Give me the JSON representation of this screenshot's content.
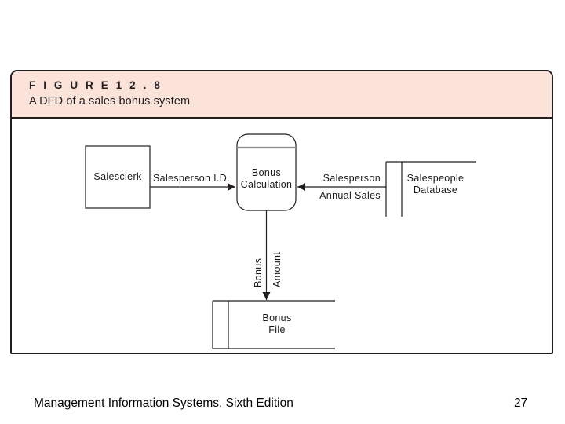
{
  "figure": {
    "number": "F I G U R E   1 2 . 8",
    "caption": "A DFD of a sales bonus system",
    "band_color": "#fbe3da",
    "frame_color": "#231f20"
  },
  "diagram": {
    "type": "data-flow-diagram",
    "entities": [
      {
        "id": "salesclerk",
        "kind": "external-entity",
        "label": "Salesclerk"
      }
    ],
    "processes": [
      {
        "id": "bonus-calculation",
        "kind": "process",
        "label_line1": "Bonus",
        "label_line2": "Calculation"
      }
    ],
    "data_stores": [
      {
        "id": "salespeople-database",
        "kind": "data-store",
        "label_line1": "Salespeople",
        "label_line2": "Database"
      },
      {
        "id": "bonus-file",
        "kind": "data-store",
        "label_line1": "Bonus",
        "label_line2": "File"
      }
    ],
    "flows": [
      {
        "id": "salesperson-id",
        "from": "salesclerk",
        "to": "bonus-calculation",
        "label": "Salesperson I.D.",
        "direction": "right"
      },
      {
        "id": "salesperson-annual-sales",
        "from": "salespeople-database",
        "to": "bonus-calculation",
        "label_line1": "Salesperson",
        "label_line2": "Annual Sales",
        "direction": "left"
      },
      {
        "id": "bonus-amount",
        "from": "bonus-calculation",
        "to": "bonus-file",
        "label_left": "Bonus",
        "label_right": "Amount",
        "direction": "down"
      }
    ]
  },
  "footer": {
    "title": "Management Information Systems, Sixth Edition",
    "page": "27"
  }
}
